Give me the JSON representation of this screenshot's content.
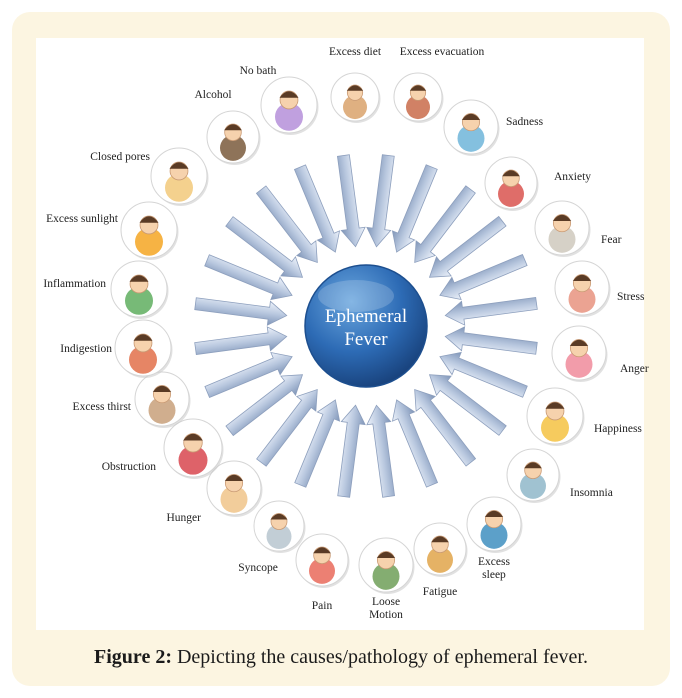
{
  "diagram": {
    "center": [
      "Ephemeral",
      "Fever"
    ],
    "causes": [
      {
        "label": "Excess diet",
        "icon": "food-plate-icon",
        "color": "#d9a26b"
      },
      {
        "label": "Excess evacuation",
        "icon": "running-person-icon",
        "color": "#c96b4a"
      },
      {
        "label": "Sadness",
        "icon": "sad-child-icon",
        "color": "#6fb5d9"
      },
      {
        "label": "Anxiety",
        "icon": "anxious-child-icon",
        "color": "#d9534f"
      },
      {
        "label": "Fear",
        "icon": "scared-person-icon",
        "color": "#cfc9bd"
      },
      {
        "label": "Stress",
        "icon": "stressed-woman-icon",
        "color": "#e7937f"
      },
      {
        "label": "Anger",
        "icon": "angry-girl-icon",
        "color": "#f08b9b"
      },
      {
        "label": "Happiness",
        "icon": "happy-girl-icon",
        "color": "#f5c242"
      },
      {
        "label": "Insomnia",
        "icon": "awake-in-bed-icon",
        "color": "#8fb7c9"
      },
      {
        "label": "Excess\nsleep",
        "icon": "sleeping-person-icon",
        "color": "#3f8fbf"
      },
      {
        "label": "Fatigue",
        "icon": "tired-person-icon",
        "color": "#e0a44a"
      },
      {
        "label": "Loose\nMotion",
        "icon": "stomach-ache-child-icon",
        "color": "#6f9f58"
      },
      {
        "label": "Pain",
        "icon": "child-in-pain-icon",
        "color": "#e96a5a"
      },
      {
        "label": "Syncope",
        "icon": "fainted-person-icon",
        "color": "#b7c6cf"
      },
      {
        "label": "Hunger",
        "icon": "hungry-child-icon",
        "color": "#f0c48a"
      },
      {
        "label": "Obstruction",
        "icon": "blocked-vessel-icon",
        "color": "#d8474f"
      },
      {
        "label": "Excess thirst",
        "icon": "thirsty-person-icon",
        "color": "#c8a07a"
      },
      {
        "label": "Indigestion",
        "icon": "indigestion-person-icon",
        "color": "#e2704a"
      },
      {
        "label": "Inflammation",
        "icon": "inflamed-child-icon",
        "color": "#5fae5f"
      },
      {
        "label": "Excess sunlight",
        "icon": "sun-exposure-icon",
        "color": "#f5a623"
      },
      {
        "label": "Closed pores",
        "icon": "skin-pores-icon",
        "color": "#f2c97a"
      },
      {
        "label": "Alcohol",
        "icon": "alcohol-bottle-icon",
        "color": "#7a5a3c"
      },
      {
        "label": "No bath",
        "icon": "shower-icon",
        "color": "#b58fd9"
      }
    ]
  },
  "caption": {
    "label": "Figure 2:",
    "text": "Depicting the causes/pathology of ephemeral fever."
  }
}
